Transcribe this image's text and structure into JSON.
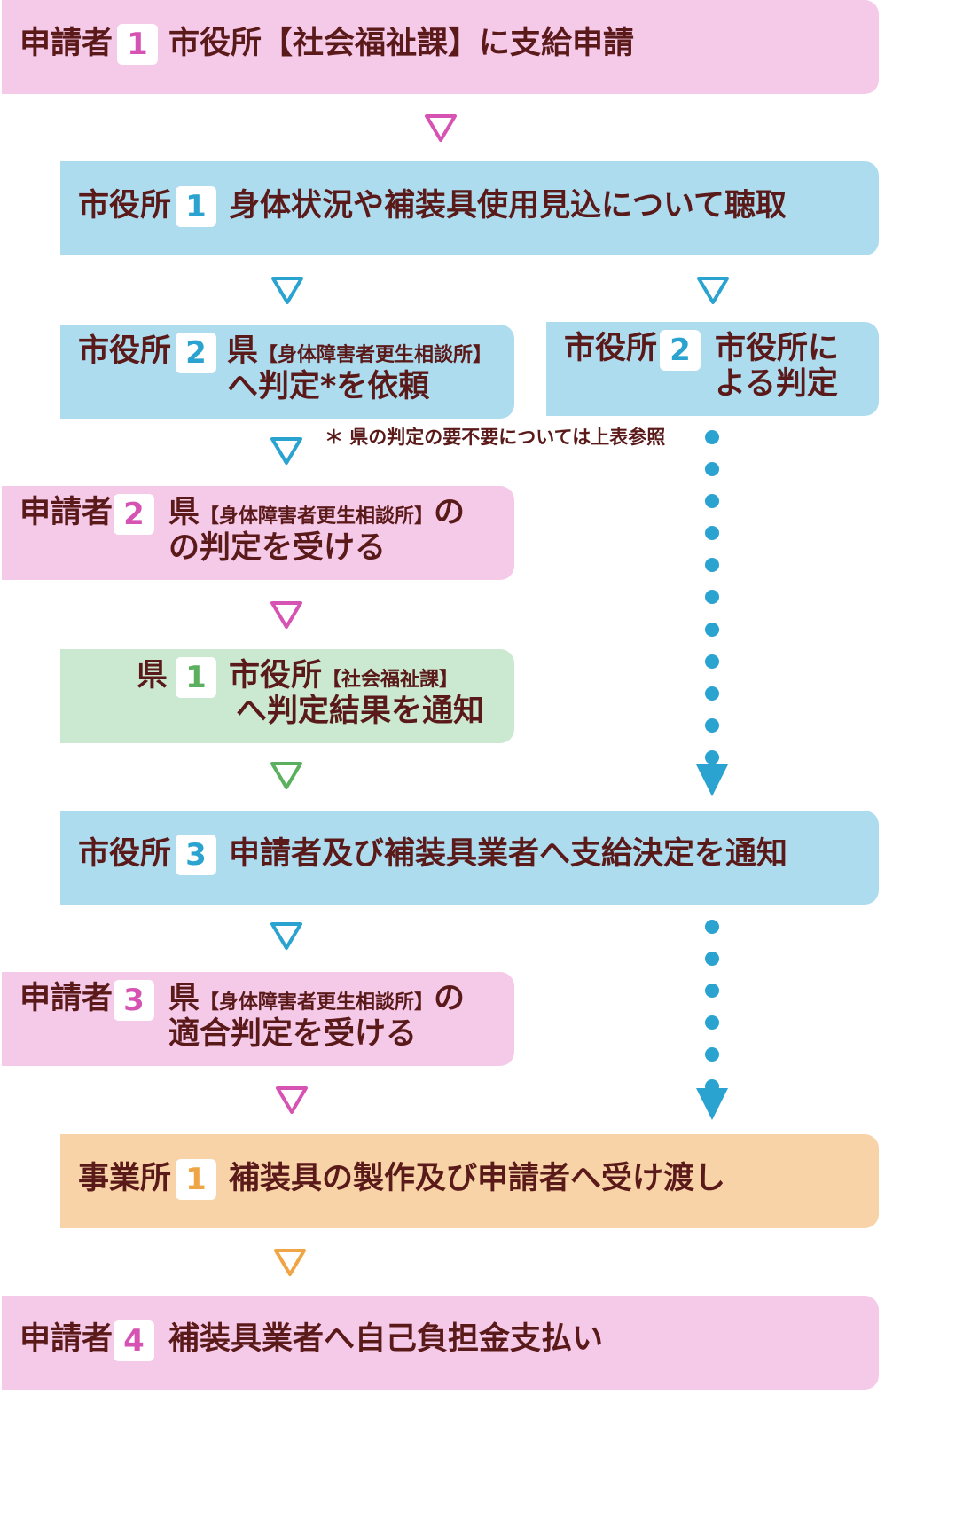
{
  "colors": {
    "applicant": "#f5c9e8",
    "city": "#aedcef",
    "prefecture": "#cbe9d1",
    "business": "#f8d3a7",
    "arrow_pink": "#d653b3",
    "arrow_blue": "#2aa3d0",
    "arrow_green": "#5bb05f",
    "arrow_orange": "#efa545"
  },
  "steps": {
    "s1": {
      "actor": "申請者",
      "num": "1",
      "text": "市役所【社会福祉課】に支給申請"
    },
    "s2": {
      "actor": "市役所",
      "num": "1",
      "text": "身体状況や補装具使用見込について聴取"
    },
    "s3": {
      "actor": "市役所",
      "num": "2",
      "text_a": "県",
      "text_small": "【身体障害者更生相談所】",
      "text_b": "へ判定*を依頼"
    },
    "s4": {
      "actor": "市役所",
      "num": "2",
      "text_a": "市役所に",
      "text_b": "よる判定"
    },
    "s5": {
      "actor": "申請者",
      "num": "2",
      "text_a": "県",
      "text_small": "【身体障害者更生相談所】",
      "text_suffix": "の",
      "text_b": "の判定を受ける"
    },
    "s6": {
      "actor": "県",
      "num": "1",
      "text_a": "市役所",
      "text_small": "【社会福祉課】",
      "text_b": "へ判定結果を通知"
    },
    "s7": {
      "actor": "市役所",
      "num": "3",
      "text": "申請者及び補装具業者へ支給決定を通知"
    },
    "s8": {
      "actor": "申請者",
      "num": "3",
      "text_a": "県",
      "text_small": "【身体障害者更生相談所】",
      "text_suffix": "の",
      "text_b": "適合判定を受ける"
    },
    "s9": {
      "actor": "事業所",
      "num": "1",
      "text": "補装具の製作及び申請者へ受け渡し"
    },
    "s10": {
      "actor": "申請者",
      "num": "4",
      "text": "補装具業者へ自己負担金支払い"
    }
  },
  "note": "＊ 県の判定の要不要については上表参照",
  "icons": [
    "triangle-down-icon",
    "dot-icon",
    "arrow-down-icon"
  ]
}
